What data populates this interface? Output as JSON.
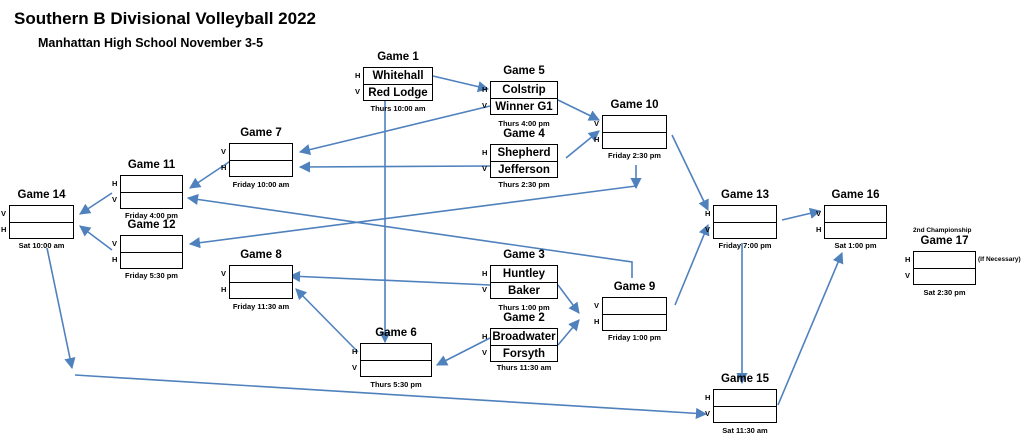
{
  "header": {
    "title": "Southern B Divisional Volleyball 2022",
    "subtitle": "Manhattan High School November 3-5"
  },
  "bracket_labels": {
    "home": "H",
    "visitor": "V",
    "second_championship": "2nd Championship",
    "if_necessary": "(If Necessary)"
  },
  "games": {
    "g1": {
      "label": "Game 1",
      "top": "Whitehall",
      "bottom": "Red Lodge",
      "time": "Thurs 10:00 am",
      "top_side": "H",
      "bottom_side": "V"
    },
    "g2": {
      "label": "Game 2",
      "top": "Broadwater",
      "bottom": "Forsyth",
      "time": "Thurs 11:30 am",
      "top_side": "H",
      "bottom_side": "V"
    },
    "g3": {
      "label": "Game 3",
      "top": "Huntley",
      "bottom": "Baker",
      "time": "Thurs 1:00 pm",
      "top_side": "H",
      "bottom_side": "V"
    },
    "g4": {
      "label": "Game 4",
      "top": "Shepherd",
      "bottom": "Jefferson",
      "time": "Thurs 2:30 pm",
      "top_side": "H",
      "bottom_side": "V"
    },
    "g5": {
      "label": "Game 5",
      "top": "Colstrip",
      "bottom": "Winner G1",
      "time": "Thurs 4:00 pm",
      "top_side": "H",
      "bottom_side": "V"
    },
    "g6": {
      "label": "Game 6",
      "top": "",
      "bottom": "",
      "time": "Thurs 5:30 pm",
      "top_side": "H",
      "bottom_side": "V"
    },
    "g7": {
      "label": "Game 7",
      "top": "",
      "bottom": "",
      "time": "Friday 10:00 am",
      "top_side": "V",
      "bottom_side": "H"
    },
    "g8": {
      "label": "Game 8",
      "top": "",
      "bottom": "",
      "time": "Friday 11:30 am",
      "top_side": "V",
      "bottom_side": "H"
    },
    "g9": {
      "label": "Game 9",
      "top": "",
      "bottom": "",
      "time": "Friday 1:00 pm",
      "top_side": "V",
      "bottom_side": "H"
    },
    "g10": {
      "label": "Game 10",
      "top": "",
      "bottom": "",
      "time": "Friday 2:30 pm",
      "top_side": "V",
      "bottom_side": "H"
    },
    "g11": {
      "label": "Game 11",
      "top": "",
      "bottom": "",
      "time": "Friday 4:00 pm",
      "top_side": "H",
      "bottom_side": "V"
    },
    "g12": {
      "label": "Game 12",
      "top": "",
      "bottom": "",
      "time": "Friday 5:30 pm",
      "top_side": "V",
      "bottom_side": "H"
    },
    "g13": {
      "label": "Game 13",
      "top": "",
      "bottom": "",
      "time": "Friday 7:00 pm",
      "top_side": "H",
      "bottom_side": "V"
    },
    "g14": {
      "label": "Game 14",
      "top": "",
      "bottom": "",
      "time": "Sat 10:00 am",
      "top_side": "V",
      "bottom_side": "H"
    },
    "g15": {
      "label": "Game 15",
      "top": "",
      "bottom": "",
      "time": "Sat 11:30 am",
      "top_side": "H",
      "bottom_side": "V"
    },
    "g16": {
      "label": "Game 16",
      "top": "",
      "bottom": "",
      "time": "Sat 1:00 pm",
      "top_side": "V",
      "bottom_side": "H"
    },
    "g17": {
      "label": "Game 17",
      "top": "",
      "bottom": "",
      "time": "Sat 2:30 pm",
      "top_side": "H",
      "bottom_side": "V"
    }
  },
  "line_color": "#4f81bd"
}
